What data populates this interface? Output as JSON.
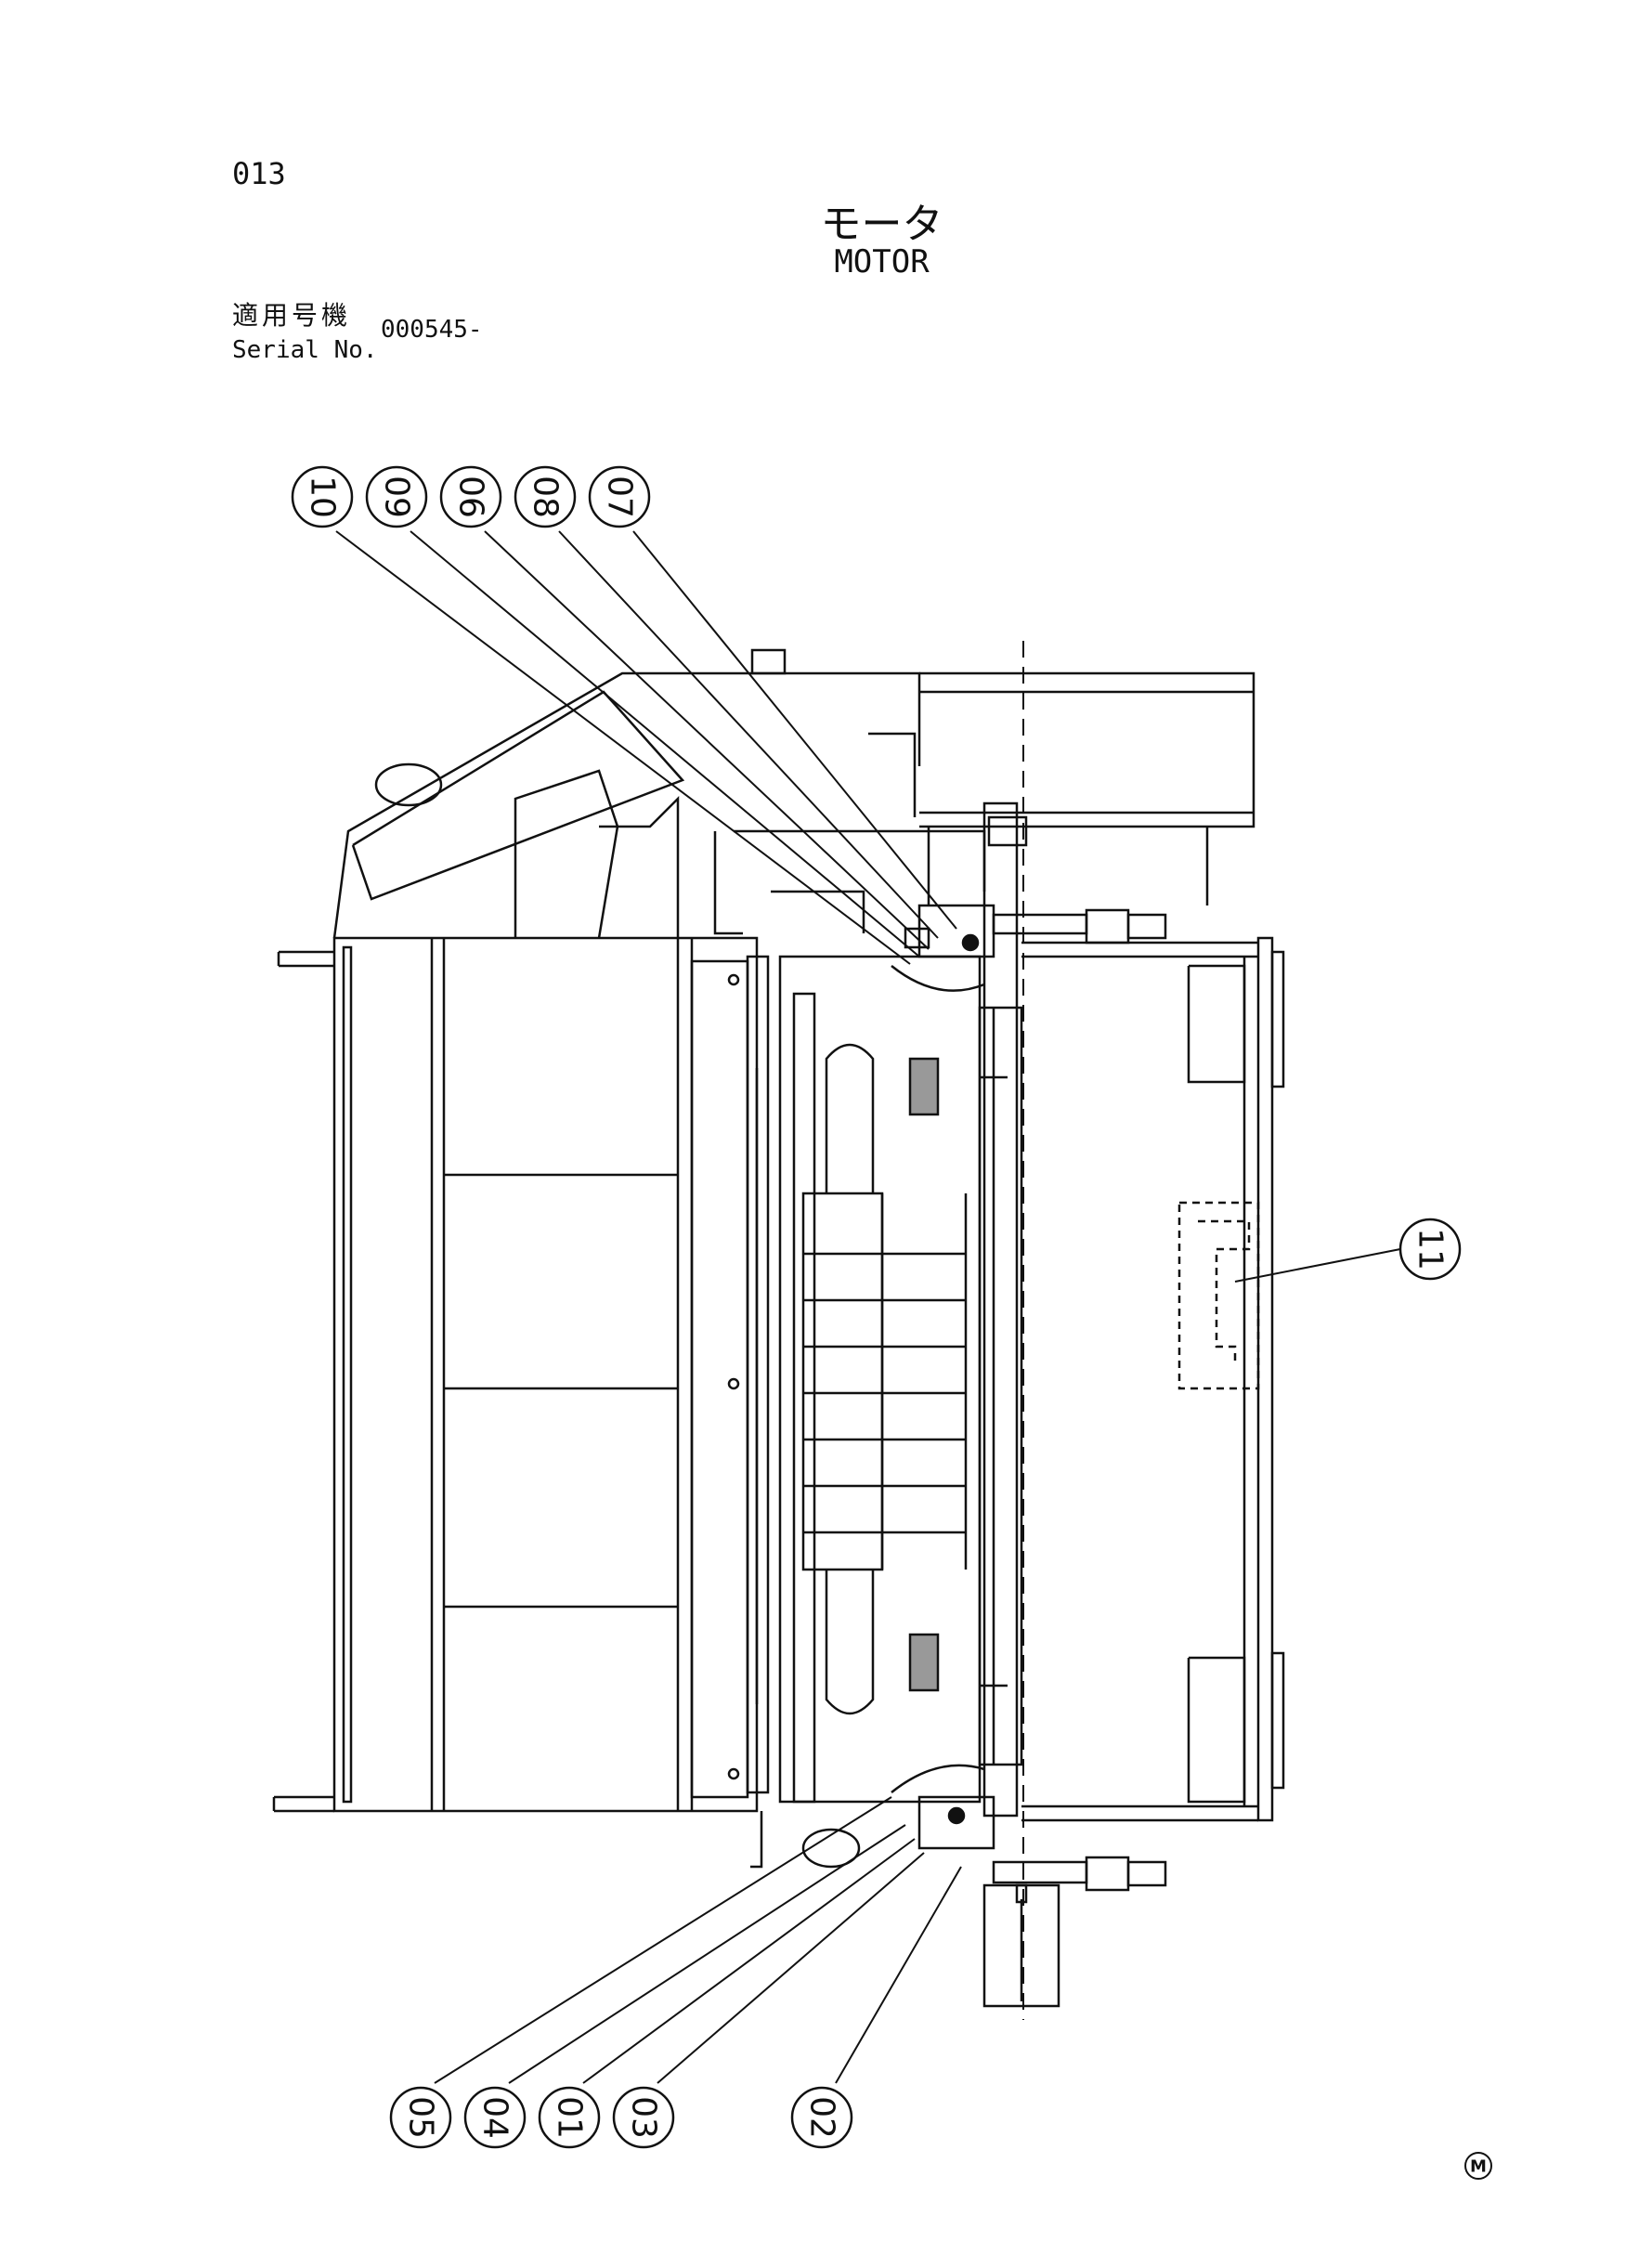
{
  "header": {
    "page_number": "013",
    "title_ja": "モータ",
    "title_en": "MOTOR",
    "serial_label_ja": "適用号機",
    "serial_label_en": "Serial No.",
    "serial_value": "000545-"
  },
  "callouts": {
    "top": [
      "10",
      "09",
      "06",
      "08",
      "07"
    ],
    "right": [
      "11"
    ],
    "bottom": [
      "05",
      "04",
      "01",
      "03",
      "02"
    ]
  },
  "footer": {
    "mark": "M"
  }
}
